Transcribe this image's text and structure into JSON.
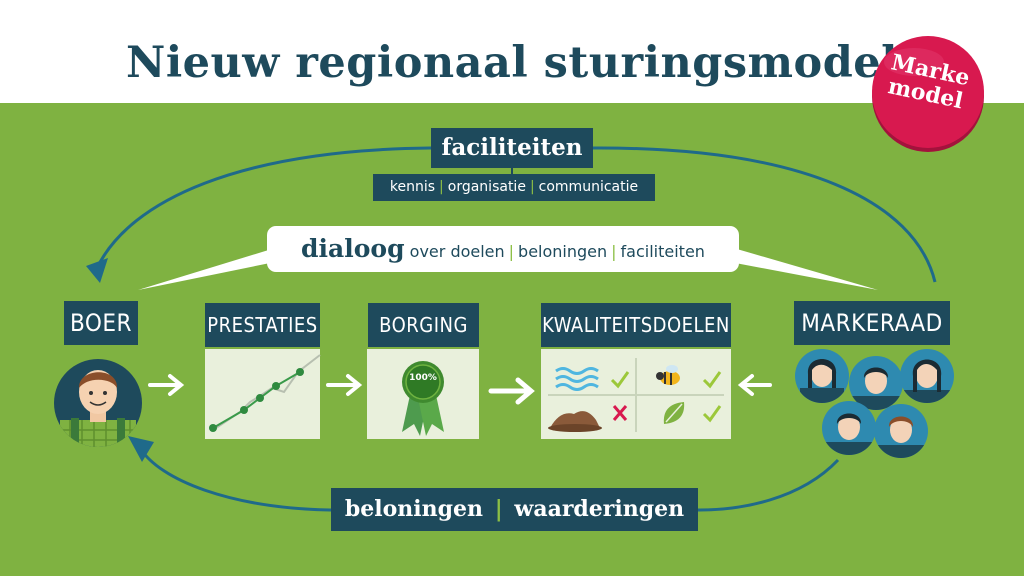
{
  "title": "Nieuw regionaal sturingsmodel",
  "seal": {
    "line1": "Marke",
    "line2": "model"
  },
  "faciliteiten": {
    "title": "faciliteiten",
    "items": [
      "kennis",
      "organisatie",
      "communicatie"
    ]
  },
  "dialoog": {
    "bold": "dialoog",
    "prefix": "over",
    "items": [
      "doelen",
      "beloningen",
      "faciliteiten"
    ]
  },
  "steps": {
    "boer": "BOER",
    "prestaties": "PRESTATIES",
    "borging": "BORGING",
    "kwaliteitsdoelen": "KWALITEITSDOELEN",
    "markeraad": "MARKERAAD"
  },
  "borging_badge": "100%",
  "beloningen": {
    "left": "beloningen",
    "right": "waarderingen"
  },
  "colors": {
    "green": "#7fb241",
    "navy": "#1e4a5c",
    "teal_circle": "#2e8ab0",
    "seal_red": "#d8194f",
    "check": "#9cc83a",
    "cross": "#d8194f"
  },
  "icons": {
    "kwaliteit": [
      "water-icon",
      "check-icon",
      "bee-icon",
      "check-icon",
      "soil-icon",
      "cross-icon",
      "leaf-icon",
      "check-icon"
    ]
  }
}
